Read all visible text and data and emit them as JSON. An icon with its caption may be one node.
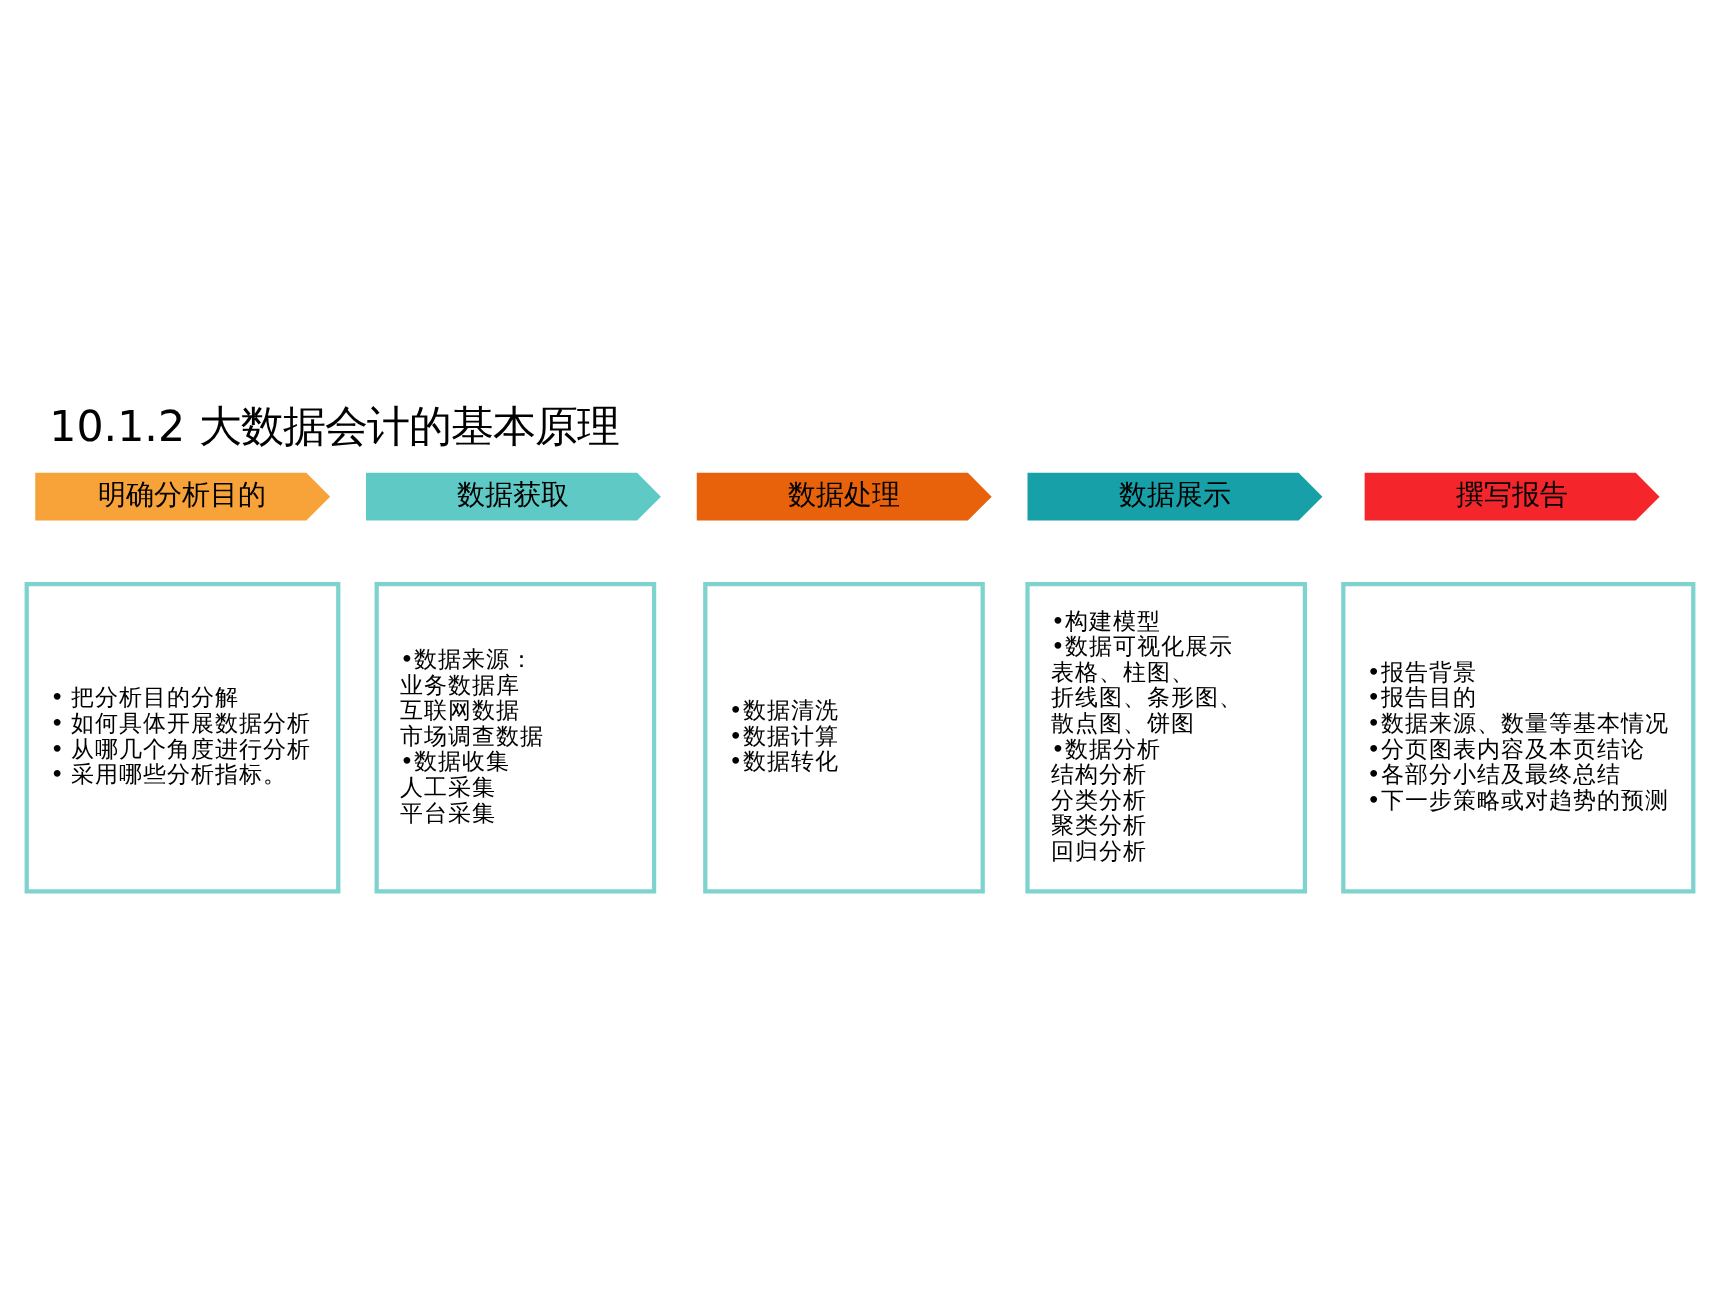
{
  "diagram": {
    "title": "10.1.2 大数据会计的基本原理",
    "nodes": [
      {
        "text": [
          "明确分析目的"
        ]
      },
      {
        "text": [
          "数据获取"
        ]
      },
      {
        "text": [
          "数据处理"
        ]
      },
      {
        "text": [
          "数据展示"
        ]
      },
      {
        "text": [
          "撰写报告"
        ]
      },
      {
        "text": [
          "• 把分析目的分解",
          "• 如何具体开展数据分析",
          "• 从哪几个角度进行分析",
          "• 采用哪些分析指标。"
        ]
      },
      {
        "text": [
          "•数据来源：",
          "业务数据库",
          "互联网数据",
          "市场调查数据",
          "•数据收集",
          "人工采集",
          "平台采集"
        ]
      },
      {
        "text": [
          "•数据清洗",
          "•数据计算",
          "•数据转化"
        ]
      },
      {
        "text": [
          "•构建模型",
          "•数据可视化展示",
          "表格、柱图、",
          "折线图、条形图、",
          "散点图、饼图",
          "•数据分析",
          "结构分析",
          "分类分析",
          "聚类分析",
          "回归分析"
        ]
      },
      {
        "text": [
          "•报告背景",
          "•报告目的",
          "•数据来源、数量等基本情况",
          "•分页图表内容及本页结论",
          "•各部分小结及最终总结",
          "•下一步策略或对趋势的预测"
        ]
      }
    ]
  }
}
